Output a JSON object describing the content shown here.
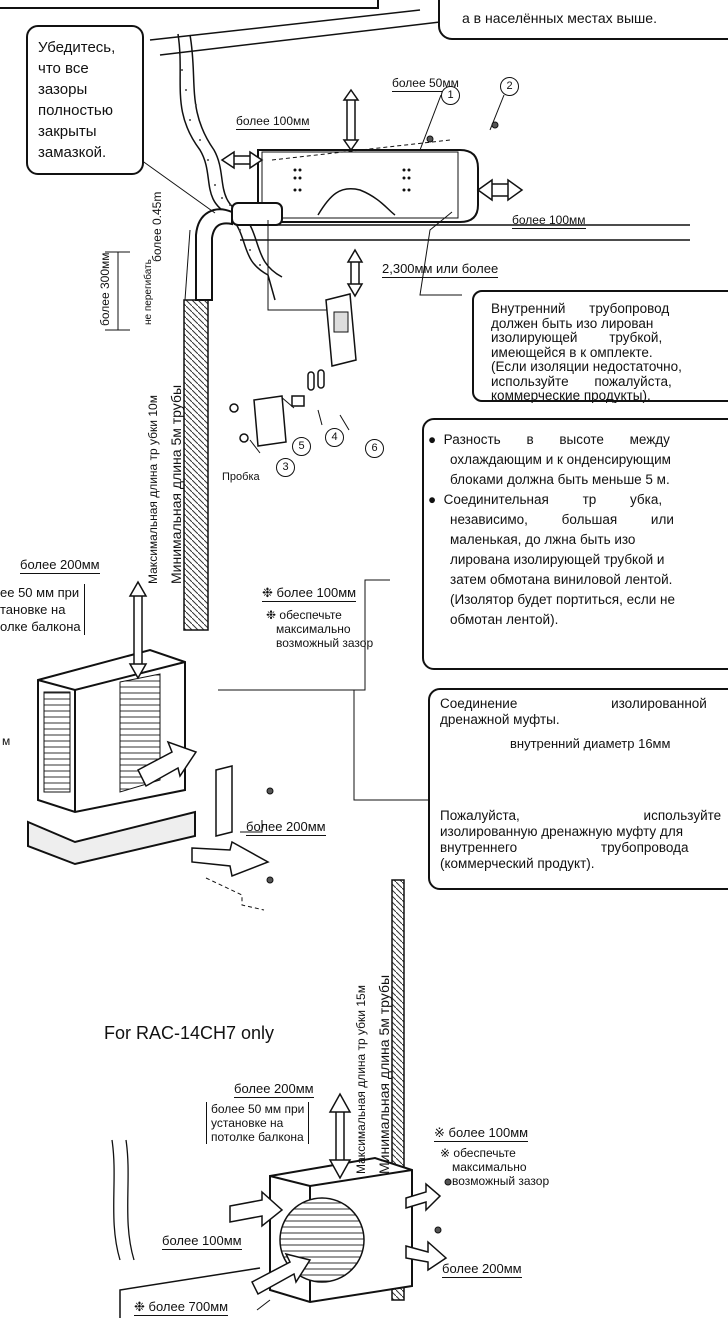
{
  "top_box_right": "а в населённых местах выше.",
  "caulk_note": [
    "Убедитесь,",
    "что все",
    "зазоры",
    "полностью",
    "закрыты",
    "замазкой."
  ],
  "indoor": {
    "above": "более 50мм",
    "left": "более 100мм",
    "right": "более 100мм",
    "below": "2,300мм или более",
    "rise": "более 0.45m",
    "vertical_300": "более 300мм",
    "no_bend": "не перегибать"
  },
  "markers": [
    "1",
    "2",
    "3",
    "4",
    "5",
    "6"
  ],
  "plug_label": "Пробка",
  "piping_box": [
    "Внутренний трубопровод",
    "должен быть изо лирован",
    "изолирующей трубкой,",
    "имеющейся в к омплекте.",
    "(Если изоляции недостаточно,",
    "используйте пожалуйста,",
    "коммерческие продукты)."
  ],
  "notes_box": {
    "item1": [
      "Разность в высоте между",
      "охлаждающим и к онденсирующим",
      "блоками должна быть меньше 5 м."
    ],
    "item2": [
      "Соединительная тр убка,",
      "независимо, большая или",
      "маленькая, до лжна быть изо",
      "лирована изолирующей трубкой и",
      "затем обмотана виниловой лентой.",
      "(Изолятор будет портиться, если не",
      "обмотан лентой)."
    ]
  },
  "drain_box": {
    "title": [
      "Соединение изолированной",
      "дренажной муфты."
    ],
    "diameter": "внутренний диаметр 16мм",
    "body": [
      "Пожалуйста, используйте",
      "изолированную дренажную муфту для",
      "внутреннего трубопровода",
      "(коммерческий продукт)."
    ]
  },
  "pipe1": {
    "max": "Максимальная длина тр убки 10м",
    "min": "Минимальная длина 5м трубы"
  },
  "outdoor1": {
    "above": "более 200мм",
    "balcony": [
      "ее 50 мм при",
      "тановке на",
      "олке балкона"
    ],
    "side_note": "❉ более 100мм",
    "side_note2": [
      "❉ обеспечьте",
      "максимально",
      "возможный зазор"
    ],
    "left_partial": "м",
    "front": "более 200мм"
  },
  "pipe2": {
    "max": "Максимальная длина тр убки 15м",
    "min": "Минимальная длина 5м трубы"
  },
  "model_caption": "For RAC-14CH7 only",
  "outdoor2": {
    "above": "более 200мм",
    "balcony": [
      "более 50 мм при",
      "установке на",
      "потолке балкона"
    ],
    "right_note": "※ более 100мм",
    "right_note2": [
      "※ обеспечьте",
      "максимально",
      "возможный зазор"
    ],
    "left": "более 100мм",
    "front": "более 200мм",
    "bottom": "❉ более 700мм"
  }
}
